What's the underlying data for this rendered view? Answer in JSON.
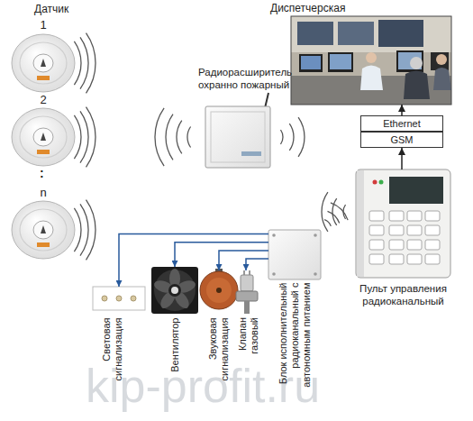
{
  "diagram": {
    "nodes": [
      {
        "text": [
          "1"
        ]
      },
      {
        "text": [
          "2"
        ]
      },
      {
        "text": [
          "n"
        ]
      },
      {
        "text": [
          "Радиорасширитель охранно пожарный"
        ]
      },
      {
        "text": [
          "Диспетчерская"
        ]
      },
      {
        "text": [
          "Ethernet"
        ]
      },
      {
        "text": [
          "GSM"
        ]
      },
      {
        "text": [
          "Пульт управления радиоканальный"
        ]
      },
      {
        "text": [
          "Блок исполнительный радиоканальный с автономным питанием"
        ]
      },
      {
        "text": [
          "Световая сигнализация"
        ]
      },
      {
        "text": [
          "Вентилятор"
        ]
      },
      {
        "text": [
          "Звуковая сигнализация"
        ]
      },
      {
        "text": [
          "Клапан газовый"
        ]
      }
    ],
    "edges": [
      {
        "from": 8,
        "to": 9,
        "arrow": "to"
      },
      {
        "from": 8,
        "to": 10,
        "arrow": "to"
      },
      {
        "from": 8,
        "to": 11,
        "arrow": "to"
      },
      {
        "from": 8,
        "to": 12,
        "arrow": "to"
      },
      {
        "from": 7,
        "to": 6,
        "arrow": "to"
      },
      {
        "from": 5,
        "to": 4,
        "arrow": "to"
      }
    ],
    "labels": [
      "Датчик",
      ":",
      "kip-profit.ru"
    ]
  }
}
